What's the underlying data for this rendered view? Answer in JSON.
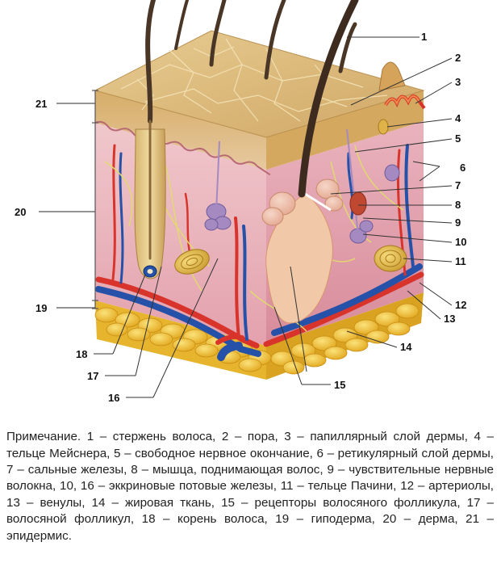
{
  "figure": {
    "header_fragment": "",
    "labels": [
      "1",
      "2",
      "3",
      "4",
      "5",
      "6",
      "7",
      "8",
      "9",
      "10",
      "11",
      "12",
      "13",
      "14",
      "15",
      "16",
      "17",
      "18",
      "19",
      "20",
      "21"
    ]
  },
  "caption": {
    "text": "Примечание. 1 – стержень волоса, 2 – пора, 3 – папиллярный слой дермы, 4 – тельце Мейснера, 5 – свободное нервное окончание, 6 – ретикулярный слой дермы, 7 – сальные железы, 8 – мышца, поднимающая волос, 9 – чувствительные нервные волокна, 10, 16 – эккриновые потовые железы, 11 – тельце Пачини, 12 – артериолы, 13 – венулы, 14 – жировая ткань, 15 – рецепторы волосяного фолликула, 17 – волосяной фолликул, 18 – корень волоса, 19 – гиподерма, 20 – дерма, 21 – эпидермис."
  },
  "colors": {
    "epidermis_top": "#d8b574",
    "epidermis_side": "#c99a52",
    "dermis": "#e9b7c0",
    "dermis_dark": "#d98f9f",
    "fat": "#f0c43a",
    "artery": "#d8342c",
    "vein": "#2551a8",
    "hair": "#4a3626",
    "nerve": "#e8e070",
    "follicle": "#c9a463"
  }
}
